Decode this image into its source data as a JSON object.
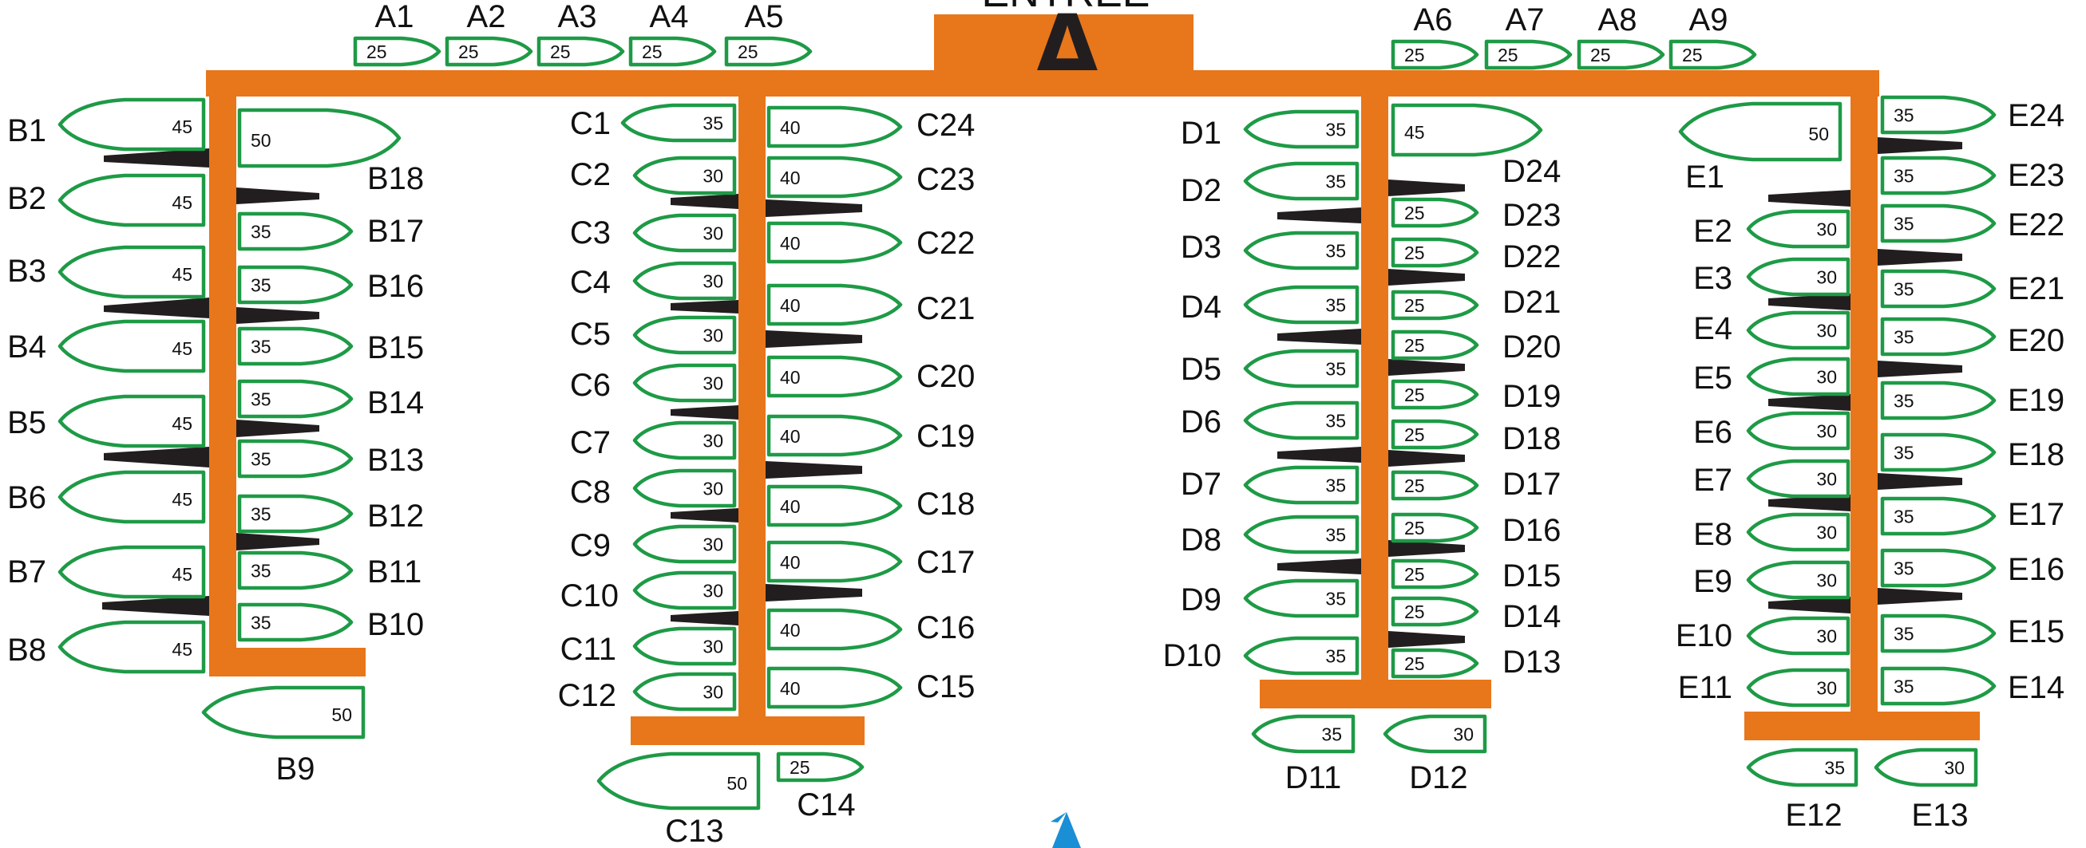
{
  "entry": {
    "label": "ENTREE",
    "letter": "A"
  },
  "colors": {
    "pontoon": "#e8761a",
    "berth_outline": "#1e9a46",
    "finger": "#221e1f",
    "north_arrow": "#1b8fd6"
  },
  "icons": {
    "north_arrow": "north-arrow-icon"
  },
  "piers": [
    {
      "name": "A",
      "berths": [
        {
          "id": "A1",
          "size": "25"
        },
        {
          "id": "A2",
          "size": "25"
        },
        {
          "id": "A3",
          "size": "25"
        },
        {
          "id": "A4",
          "size": "25"
        },
        {
          "id": "A5",
          "size": "25"
        },
        {
          "id": "A6",
          "size": "25"
        },
        {
          "id": "A7",
          "size": "25"
        },
        {
          "id": "A8",
          "size": "25"
        },
        {
          "id": "A9",
          "size": "25"
        }
      ]
    },
    {
      "name": "B",
      "berths": [
        {
          "id": "B1",
          "size": "45"
        },
        {
          "id": "B2",
          "size": "45"
        },
        {
          "id": "B3",
          "size": "45"
        },
        {
          "id": "B4",
          "size": "45"
        },
        {
          "id": "B5",
          "size": "45"
        },
        {
          "id": "B6",
          "size": "45"
        },
        {
          "id": "B7",
          "size": "45"
        },
        {
          "id": "B8",
          "size": "45"
        },
        {
          "id": "B9",
          "size": "50"
        },
        {
          "id": "B10",
          "size": "35"
        },
        {
          "id": "B11",
          "size": "35"
        },
        {
          "id": "B12",
          "size": "35"
        },
        {
          "id": "B13",
          "size": "35"
        },
        {
          "id": "B14",
          "size": "35"
        },
        {
          "id": "B15",
          "size": "35"
        },
        {
          "id": "B16",
          "size": "35"
        },
        {
          "id": "B17",
          "size": "35"
        },
        {
          "id": "B18",
          "size": "50"
        }
      ]
    },
    {
      "name": "C",
      "berths": [
        {
          "id": "C1",
          "size": "35"
        },
        {
          "id": "C2",
          "size": "30"
        },
        {
          "id": "C3",
          "size": "30"
        },
        {
          "id": "C4",
          "size": "30"
        },
        {
          "id": "C5",
          "size": "30"
        },
        {
          "id": "C6",
          "size": "30"
        },
        {
          "id": "C7",
          "size": "30"
        },
        {
          "id": "C8",
          "size": "30"
        },
        {
          "id": "C9",
          "size": "30"
        },
        {
          "id": "C10",
          "size": "30"
        },
        {
          "id": "C11",
          "size": "30"
        },
        {
          "id": "C12",
          "size": "30"
        },
        {
          "id": "C13",
          "size": "50"
        },
        {
          "id": "C14",
          "size": "25"
        },
        {
          "id": "C15",
          "size": "40"
        },
        {
          "id": "C16",
          "size": "40"
        },
        {
          "id": "C17",
          "size": "40"
        },
        {
          "id": "C18",
          "size": "40"
        },
        {
          "id": "C19",
          "size": "40"
        },
        {
          "id": "C20",
          "size": "40"
        },
        {
          "id": "C21",
          "size": "40"
        },
        {
          "id": "C22",
          "size": "40"
        },
        {
          "id": "C23",
          "size": "40"
        },
        {
          "id": "C24",
          "size": "40"
        }
      ]
    },
    {
      "name": "D",
      "berths": [
        {
          "id": "D1",
          "size": "35"
        },
        {
          "id": "D2",
          "size": "35"
        },
        {
          "id": "D3",
          "size": "35"
        },
        {
          "id": "D4",
          "size": "35"
        },
        {
          "id": "D5",
          "size": "35"
        },
        {
          "id": "D6",
          "size": "35"
        },
        {
          "id": "D7",
          "size": "35"
        },
        {
          "id": "D8",
          "size": "35"
        },
        {
          "id": "D9",
          "size": "35"
        },
        {
          "id": "D10",
          "size": "35"
        },
        {
          "id": "D11",
          "size": "35"
        },
        {
          "id": "D12",
          "size": "30"
        },
        {
          "id": "D13",
          "size": "25"
        },
        {
          "id": "D14",
          "size": "25"
        },
        {
          "id": "D15",
          "size": "25"
        },
        {
          "id": "D16",
          "size": "25"
        },
        {
          "id": "D17",
          "size": "25"
        },
        {
          "id": "D18",
          "size": "25"
        },
        {
          "id": "D19",
          "size": "25"
        },
        {
          "id": "D20",
          "size": "25"
        },
        {
          "id": "D21",
          "size": "25"
        },
        {
          "id": "D22",
          "size": "25"
        },
        {
          "id": "D23",
          "size": "25"
        },
        {
          "id": "D24",
          "size": "45"
        }
      ]
    },
    {
      "name": "E",
      "berths": [
        {
          "id": "E1",
          "size": "50"
        },
        {
          "id": "E2",
          "size": "30"
        },
        {
          "id": "E3",
          "size": "30"
        },
        {
          "id": "E4",
          "size": "30"
        },
        {
          "id": "E5",
          "size": "30"
        },
        {
          "id": "E6",
          "size": "30"
        },
        {
          "id": "E7",
          "size": "30"
        },
        {
          "id": "E8",
          "size": "30"
        },
        {
          "id": "E9",
          "size": "30"
        },
        {
          "id": "E10",
          "size": "30"
        },
        {
          "id": "E11",
          "size": "30"
        },
        {
          "id": "E12",
          "size": "35"
        },
        {
          "id": "E13",
          "size": "30"
        },
        {
          "id": "E14",
          "size": "35"
        },
        {
          "id": "E15",
          "size": "35"
        },
        {
          "id": "E16",
          "size": "35"
        },
        {
          "id": "E17",
          "size": "35"
        },
        {
          "id": "E18",
          "size": "35"
        },
        {
          "id": "E19",
          "size": "35"
        },
        {
          "id": "E20",
          "size": "35"
        },
        {
          "id": "E21",
          "size": "35"
        },
        {
          "id": "E22",
          "size": "35"
        },
        {
          "id": "E23",
          "size": "35"
        },
        {
          "id": "E24",
          "size": "35"
        }
      ]
    }
  ]
}
